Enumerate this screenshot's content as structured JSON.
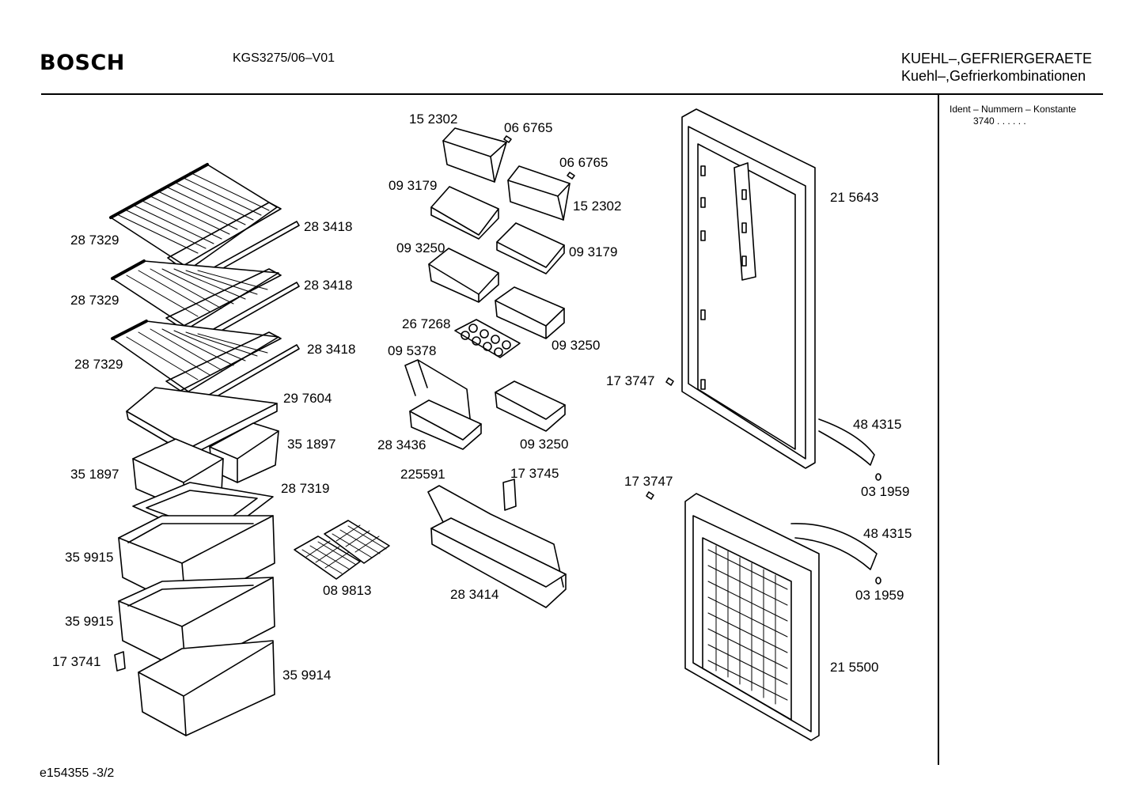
{
  "header": {
    "brand": "BOSCH",
    "model": "KGS3275/06–V01",
    "category_line1": "KUEHL–,GEFRIERGERAETE",
    "category_line2": "Kuehl–,Gefrierkombinationen"
  },
  "sidebar": {
    "ident_label": "Ident – Nummern – Konstante",
    "ident_value": "3740  .  .  .  .  .  ."
  },
  "footer": {
    "drawing_id": "e154355   -3/2"
  },
  "part_labels": [
    "15 2302",
    "06 6765",
    "06 6765",
    "09 3179",
    "15 2302",
    "21 5643",
    "28 7329",
    "28 3418",
    "28 3418",
    "28 7329",
    "09 3250",
    "09 3179",
    "26 7268",
    "09 3250",
    "09 5378",
    "28 7329",
    "28 3418",
    "17 3747",
    "29 7604",
    "48 4315",
    "35 1897",
    "28 3436",
    "09 3250",
    "35 1897",
    "225591",
    "17 3745",
    "17 3747",
    "28 7319",
    "03 1959",
    "48 4315",
    "35 9915",
    "08 9813",
    "28 3414",
    "03 1959",
    "35 9915",
    "17 3741",
    "35 9914",
    "21 5500"
  ]
}
